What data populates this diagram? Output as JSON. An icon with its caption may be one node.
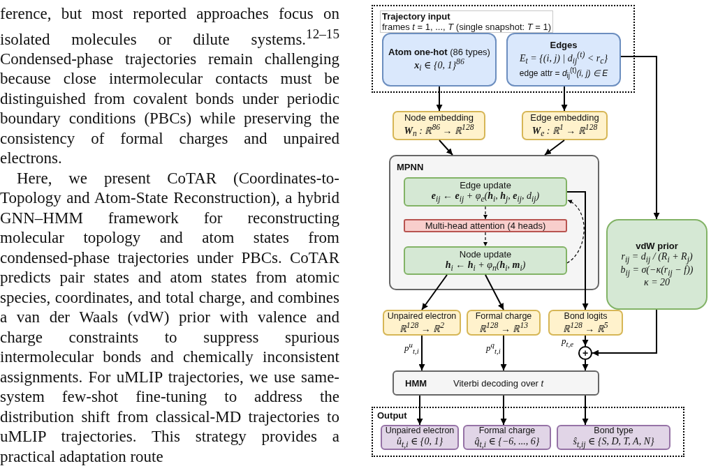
{
  "diagram": {
    "nodes": [
      {
        "text": [
          "Trajectory input",
          "frames *t* = 1, ..., *T* (single snapshot: *T* = 1)"
        ]
      },
      {
        "text": [
          "**Atom one-hot** (86 types)",
          "**x**$_{i}$ ∈ {0, 1}$^{86}$"
        ],
        "in": 0
      },
      {
        "text": [
          "Edges",
          "E$_{t}$ = {(i, j) | d$_{ij}$$^{(t)}$ < r$_{c}$}",
          "edge attr = *d*$_{ij}$$^{(t)}$*(i, j) ∈ E*"
        ],
        "in": 0
      },
      {
        "text": [
          "Node embedding",
          "**W**$_{n}$ : ℝ$^{86}$ → ℝ$^{128}$"
        ]
      },
      {
        "text": [
          "Edge embedding",
          "**W**$_{e}$ : ℝ$^{1}$ → ℝ$^{128}$"
        ]
      },
      {
        "text": [
          "MPNN"
        ]
      },
      {
        "text": [
          "Edge update",
          "**e**$_{ij}$ ← **e**$_{ij}$ + φ$_{e}$(**h**$_{i}$, **h**$_{j}$, **e**$_{ij}$, d$_{ij}$)"
        ],
        "in": 5
      },
      {
        "text": [
          "Multi-head attention (4 heads)"
        ],
        "in": 5
      },
      {
        "text": [
          "Node update",
          "**h**$_{i}$ ← **h**$_{i}$ + φ$_{n}$(**h**$_{i}$, **m**$_{i}$)"
        ],
        "in": 5
      },
      {
        "text": [
          "vdW prior",
          "r$_{ij}$ = d$_{ij}$ / (R$_{i}$ + R$_{j}$)",
          "b$_{ij}$ = σ(−κ(r$_{ij}$ − f))",
          "κ = 20"
        ]
      },
      {
        "text": [
          "Unpaired electron",
          "ℝ$^{128}$ → ℝ$^{2}$"
        ]
      },
      {
        "text": [
          "Formal charge",
          "ℝ$^{128}$ → ℝ$^{13}$"
        ]
      },
      {
        "text": [
          "Bond logits",
          "ℝ$^{128}$ → ℝ$^{5}$"
        ]
      },
      {
        "text": [
          "+"
        ]
      },
      {
        "text": [
          "HMM",
          "Viterbi decoding over *t*"
        ]
      },
      {
        "text": [
          "Output"
        ]
      },
      {
        "text": [
          "Unpaired electron",
          "û$_{t,i}$ ∈ {0, 1}"
        ],
        "in": 15
      },
      {
        "text": [
          "Formal charge",
          "q̂$_{t,i}$ ∈ {−6, ..., 6}"
        ],
        "in": 15
      },
      {
        "text": [
          "Bond type",
          "ŝ$_{t,ij}$ ∈ {S, D, T, A, N}"
        ],
        "in": 15
      }
    ],
    "edges": [
      {
        "from": 1,
        "to": 3,
        "arrow": "to"
      },
      {
        "from": 2,
        "to": 4,
        "arrow": "to"
      },
      {
        "from": 2,
        "to": 9,
        "arrow": "to"
      },
      {
        "from": 3,
        "to": 5,
        "arrow": "to"
      },
      {
        "from": 4,
        "to": 5,
        "arrow": "to"
      },
      {
        "from": 6,
        "to": 7,
        "arrow": "to",
        "style": "dashed"
      },
      {
        "from": 7,
        "to": 8,
        "arrow": "to",
        "style": "dashed"
      },
      {
        "from": 8,
        "to": 6,
        "arrow": "to",
        "style": "dashed"
      },
      {
        "from": 6,
        "to": 12,
        "arrow": "to"
      },
      {
        "from": 8,
        "to": 10,
        "arrow": "to"
      },
      {
        "from": 8,
        "to": 11,
        "arrow": "to"
      },
      {
        "from": 12,
        "to": 13,
        "arrow": "to",
        "label": "p$_{t,e}$"
      },
      {
        "from": 9,
        "to": 13,
        "arrow": "to"
      },
      {
        "from": 10,
        "to": 14,
        "arrow": "to",
        "label": "p$^{u}$$_{t,i}$"
      },
      {
        "from": 11,
        "to": 14,
        "arrow": "to",
        "label": "p$^{q}$$_{t,i}$"
      },
      {
        "from": 13,
        "to": 14,
        "arrow": "to"
      },
      {
        "from": 14,
        "to": 16,
        "arrow": "to"
      },
      {
        "from": 14,
        "to": 17,
        "arrow": "to"
      },
      {
        "from": 14,
        "to": 18,
        "arrow": "to"
      }
    ],
    "labels": [
      "ference, but most reported approaches focus on isolated molecules or dilute systems.$^{12–15}$ Condensed-phase trajectories remain challenging because close intermolecular contacts must be distinguished from covalent bonds under periodic boundary conditions (PBCs) while preserving the consistency of formal charges and unpaired electrons.",
      "Here, we present CoTAR (Coordinates-to-Topology and Atom-State Reconstruction), a hybrid GNN–HMM framework for reconstructing molecular topology and atom states from condensed-phase trajectories under PBCs. CoTAR predicts pair states and atom states from atomic species, coordinates, and total charge, and combines a van der Waals (vdW) prior with valence and charge constraints to suppress spurious intermolecular bonds and chemically inconsistent assignments. For uMLIP trajectories, we use same-system few-shot fine-tuning to address the distribution shift from classical-MD trajectories to uMLIP trajectories. This strategy provides a practical adaptation route"
    ]
  }
}
